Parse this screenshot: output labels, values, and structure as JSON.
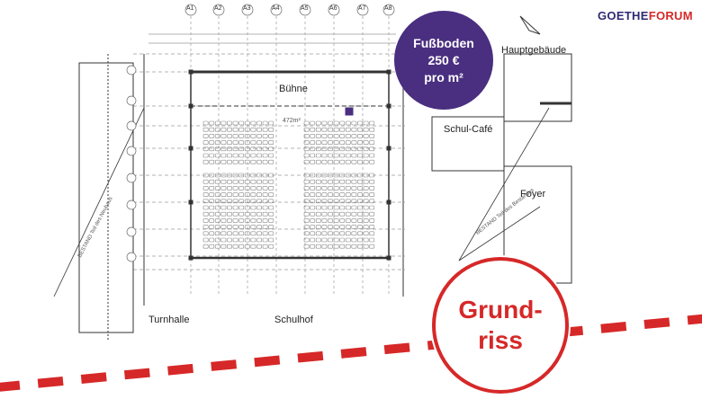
{
  "brand": {
    "goethe": "GOETHE",
    "forum": "FORUM"
  },
  "callout": {
    "line1": "Fußboden",
    "line2": "250 €",
    "line3": "pro m²"
  },
  "badge": {
    "line1": "Grund-",
    "line2": "riss"
  },
  "rooms": {
    "buehne": "Bühne",
    "schulcafe": "Schul-Café",
    "foyer": "Foyer",
    "hauptgebaeude": "Hauptgebäude",
    "turnhalle": "Turnhalle",
    "schulhof": "Schulhof",
    "area": "472m²"
  },
  "notes": {
    "bestand1": "BESTAND Teil des Neubaus",
    "bestand2": "BESTAND Teil des Bestandes"
  },
  "axes": [
    "A1",
    "A2",
    "A3",
    "A4",
    "A5",
    "A6",
    "A7",
    "A8"
  ],
  "colors": {
    "accent_red": "#d62828",
    "callout_purple": "#4a2f80",
    "logo_navy": "#2e2a73"
  }
}
